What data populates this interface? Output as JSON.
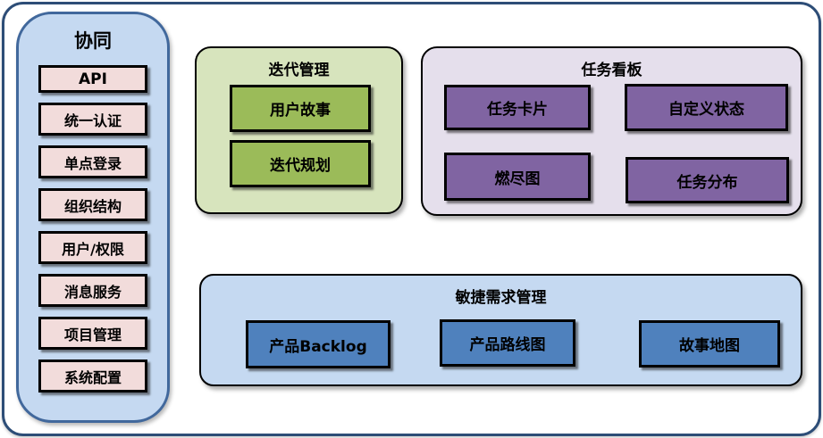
{
  "sidebar": {
    "title": "协同",
    "fill": "#c5d9f1",
    "border_color": "#41689c",
    "item_fill": "#f2dcdb",
    "items": [
      "API",
      "统一认证",
      "单点登录",
      "组织结构",
      "用户/权限",
      "消息服务",
      "项目管理",
      "系统配置"
    ]
  },
  "groups": {
    "iteration": {
      "title": "迭代管理",
      "fill": "#d7e4bd",
      "item_fill": "#9bbb59",
      "items": [
        "用户故事",
        "迭代规划"
      ]
    },
    "kanban": {
      "title": "任务看板",
      "fill": "#e5dfec",
      "item_fill": "#8064a2",
      "items": [
        "任务卡片",
        "自定义状态",
        "燃尽图",
        "任务分布"
      ]
    },
    "agile": {
      "title": "敏捷需求管理",
      "fill": "#c5d9f1",
      "item_fill": "#4f81bd",
      "items": [
        "产品Backlog",
        "产品路线图",
        "故事地图"
      ]
    }
  },
  "colors": {
    "frame_border": "#2d4d77",
    "block_border": "#000000",
    "text": "#000000",
    "background": "#ffffff"
  }
}
